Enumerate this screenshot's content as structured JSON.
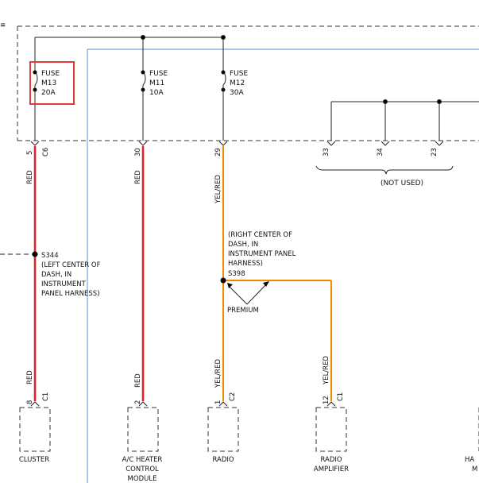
{
  "fuses": [
    {
      "label": "FUSE",
      "id": "M13",
      "rating": "20A"
    },
    {
      "label": "FUSE",
      "id": "M11",
      "rating": "10A"
    },
    {
      "label": "FUSE",
      "id": "M12",
      "rating": "30A"
    }
  ],
  "connector_top": {
    "c1": {
      "pin": "5",
      "conn": "C6"
    },
    "c2": {
      "pin": "30"
    },
    "c3": {
      "pin": "29"
    },
    "c4": {
      "pin": "33"
    },
    "c5": {
      "pin": "34"
    },
    "c6": {
      "pin": "23"
    }
  },
  "not_used": "(NOT USED)",
  "wire_colors": {
    "red": "RED",
    "yel_red": "YEL/RED"
  },
  "splices": {
    "s344": {
      "id": "S344",
      "lines": [
        "(LEFT CENTER OF",
        "DASH, IN",
        "INSTRUMENT",
        "PANEL HARNESS)"
      ]
    },
    "s398": {
      "lines": [
        "(RIGHT CENTER OF",
        "DASH, IN",
        "INSTRUMENT PANEL",
        "HARNESS)"
      ],
      "id": "S398",
      "variant": "PREMIUM"
    }
  },
  "bottom_connectors": [
    {
      "pin": "8",
      "conn": "C1",
      "name": [
        "CLUSTER"
      ]
    },
    {
      "pin": "2",
      "conn": "",
      "name": [
        "A/C HEATER",
        "CONTROL",
        "MODULE"
      ]
    },
    {
      "pin": "1",
      "conn": "C2",
      "name": [
        "RADIO"
      ]
    },
    {
      "pin": "12",
      "conn": "C1",
      "name": [
        "RADIO",
        "AMPLIFIER"
      ]
    },
    {
      "pin": "",
      "conn": "",
      "name": [
        "HA",
        "M"
      ]
    }
  ],
  "colors": {
    "red_wire": "#e02020",
    "orange_wire": "#f08a00",
    "highlight_box": "#e03a3a",
    "panel_border": "#5b8fd6"
  }
}
